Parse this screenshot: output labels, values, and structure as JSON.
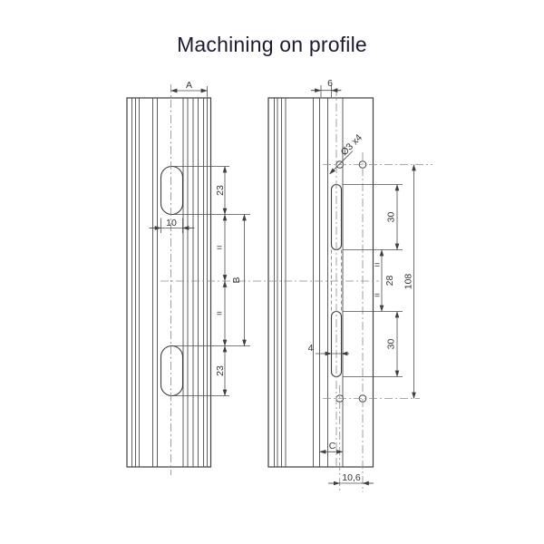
{
  "title": "Machining on profile",
  "left_profile": {
    "width": "A",
    "slot_width": "10",
    "slot_length_top": "23",
    "slot_length_bottom": "23",
    "slot_spacing": "B",
    "equal_top": "=",
    "equal_bottom": "="
  },
  "right_profile": {
    "groove_width": "6",
    "hole_spec": "Ø3 x4",
    "slot_length_top": "30",
    "slot_gap": "28",
    "hole_row_spacing": "108",
    "slot_length_bottom": "30",
    "slot_width": "4",
    "bottom_width": "C",
    "hole_column_offset": "10,6",
    "equal_top": "=",
    "equal_bottom": "="
  }
}
